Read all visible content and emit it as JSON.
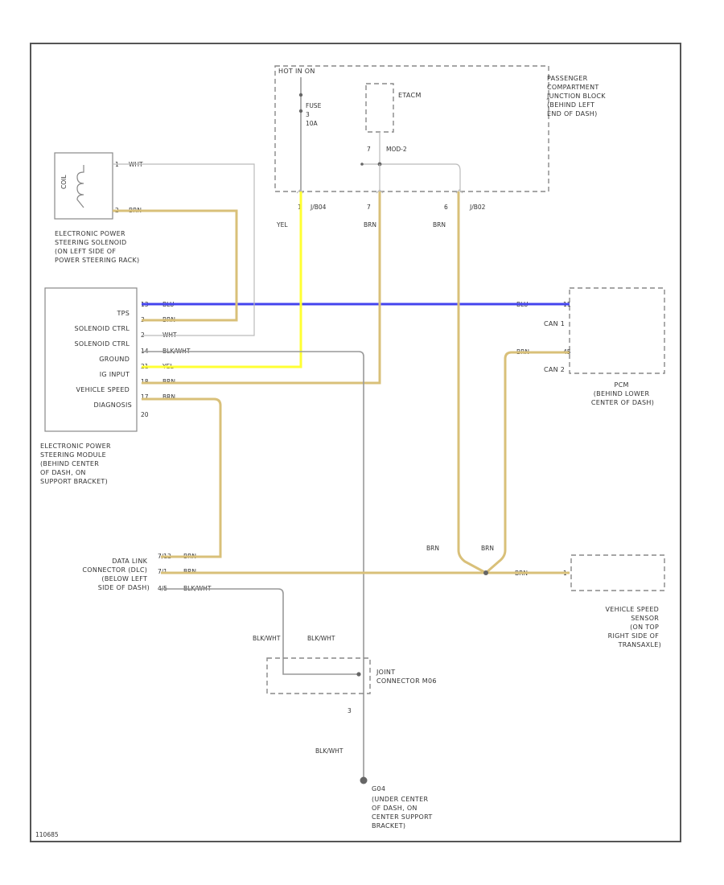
{
  "title_box": {
    "hot_label": "HOT IN ON"
  },
  "junction_block": {
    "label": [
      "PASSENGER",
      "COMPARTMENT",
      "JUNCTION BLOCK",
      "(BEHIND LEFT",
      "END OF DASH)"
    ],
    "fuse_label": "FUSE",
    "fuse_number": "3",
    "fuse_amp": "10A",
    "etacm_label": "ETACM",
    "pin_7": "7",
    "mod_label": "MOD-2"
  },
  "connectors_top": [
    {
      "pin": "1",
      "id": "J/B04",
      "color": "YEL"
    },
    {
      "pin": "7",
      "id": "",
      "color": "BRN"
    },
    {
      "pin": "6",
      "id": "J/B02",
      "color": "BRN"
    }
  ],
  "solenoid": {
    "label": [
      "ELECTRONIC POWER",
      "STEERING SOLENOID",
      "(ON LEFT SIDE OF",
      "POWER STEERING RACK)"
    ],
    "pin_1": "1",
    "pin_2": "2",
    "wire_1": "WHT",
    "wire_2": "BRN",
    "symbol": "COIL"
  },
  "eps_module": {
    "label": [
      "ELECTRONIC POWER",
      "STEERING MODULE",
      "(BEHIND CENTER",
      "OF DASH, ON",
      "SUPPORT BRACKET)"
    ],
    "pins": [
      {
        "name": "TPS",
        "pin": "13",
        "color": "BLU"
      },
      {
        "name": "SOLENOID CTRL",
        "pin": "3",
        "color": "BRN"
      },
      {
        "name": "SOLENOID CTRL",
        "pin": "2",
        "color": "WHT"
      },
      {
        "name": "GROUND",
        "pin": "14",
        "color": "BLK/WHT"
      },
      {
        "name": "IG INPUT",
        "pin": "21",
        "color": "YEL"
      },
      {
        "name": "VEHICLE SPEED",
        "pin": "18",
        "color": "BRN"
      },
      {
        "name": "DIAGNOSIS",
        "pin": "17",
        "color": "BRN"
      },
      {
        "name": "",
        "pin": "20",
        "color": ""
      }
    ]
  },
  "pcm": {
    "label": [
      "PCM",
      "(BEHIND LOWER",
      "CENTER OF DASH)"
    ],
    "can1": "CAN 1",
    "can2": "CAN 2",
    "wire_can1": "BLU",
    "wire_can2": "BRN",
    "pin_can1": "11",
    "pin_can2": "45"
  },
  "dlc": {
    "label": [
      "DATA LINK",
      "CONNECTOR (DLC)",
      "(BELOW LEFT",
      "SIDE OF DASH)"
    ],
    "pins": [
      {
        "pin": "7/12",
        "color": "BRN"
      },
      {
        "pin": "7/1",
        "color": "BRN"
      },
      {
        "pin": "4/5",
        "color": "BLK/WHT"
      }
    ]
  },
  "vss": {
    "label": [
      "VEHICLE SPEED",
      "SENSOR",
      "(ON TOP",
      "RIGHT SIDE OF",
      "TRANSAXLE)"
    ],
    "wire": "BRN",
    "pin": "1"
  },
  "splice_labels": {
    "left": "BRN",
    "right": "BRN"
  },
  "joint_connector": {
    "label": [
      "JOINT",
      "CONNECTOR M06"
    ],
    "wire_left": "BLK/WHT",
    "wire_right": "BLK/WHT",
    "pin_bottom": "3"
  },
  "ground": {
    "wire": "BLK/WHT",
    "id": "G04",
    "label": [
      "(UNDER CENTER",
      "OF DASH, ON",
      "CENTER SUPPORT",
      "BRACKET)"
    ]
  },
  "figure_code": "110685"
}
